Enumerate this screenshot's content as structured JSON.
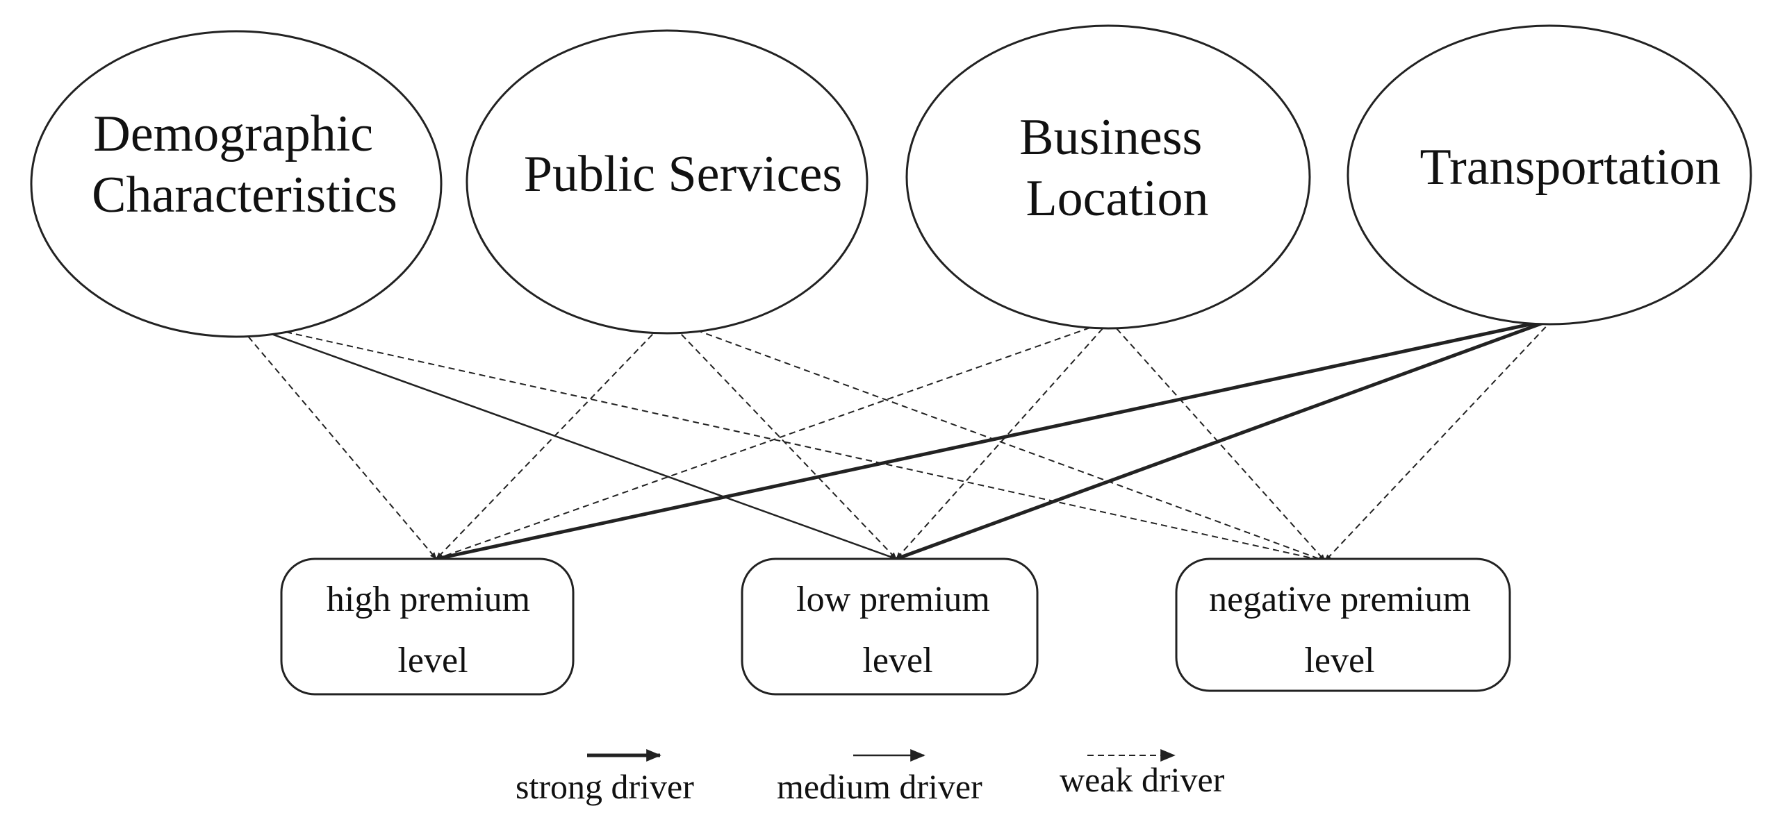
{
  "factors": [
    {
      "id": "demographic",
      "lines": [
        "Demographic",
        "Characteristics"
      ]
    },
    {
      "id": "public",
      "lines": [
        "Public Services"
      ]
    },
    {
      "id": "business",
      "lines": [
        "Business",
        "Location"
      ]
    },
    {
      "id": "transport",
      "lines": [
        "Transportation"
      ]
    }
  ],
  "levels": [
    {
      "id": "high",
      "lines": [
        "high premium",
        "level"
      ]
    },
    {
      "id": "low",
      "lines": [
        "low premium",
        "level"
      ]
    },
    {
      "id": "negative",
      "lines": [
        "negative premium",
        "level"
      ]
    }
  ],
  "links": [
    {
      "from": "demographic",
      "to": "high",
      "strength": "weak"
    },
    {
      "from": "demographic",
      "to": "low",
      "strength": "medium"
    },
    {
      "from": "demographic",
      "to": "negative",
      "strength": "weak"
    },
    {
      "from": "public",
      "to": "high",
      "strength": "weak"
    },
    {
      "from": "public",
      "to": "low",
      "strength": "weak"
    },
    {
      "from": "public",
      "to": "negative",
      "strength": "weak"
    },
    {
      "from": "business",
      "to": "high",
      "strength": "weak"
    },
    {
      "from": "business",
      "to": "low",
      "strength": "weak"
    },
    {
      "from": "business",
      "to": "negative",
      "strength": "weak"
    },
    {
      "from": "transport",
      "to": "high",
      "strength": "strong"
    },
    {
      "from": "transport",
      "to": "low",
      "strength": "strong"
    },
    {
      "from": "transport",
      "to": "negative",
      "strength": "weak"
    }
  ],
  "legend": [
    {
      "strength": "strong",
      "label": "strong driver"
    },
    {
      "strength": "medium",
      "label": "medium driver"
    },
    {
      "strength": "weak",
      "label": "weak driver"
    }
  ],
  "colors": {
    "stroke": "#222222",
    "background": "#ffffff"
  }
}
